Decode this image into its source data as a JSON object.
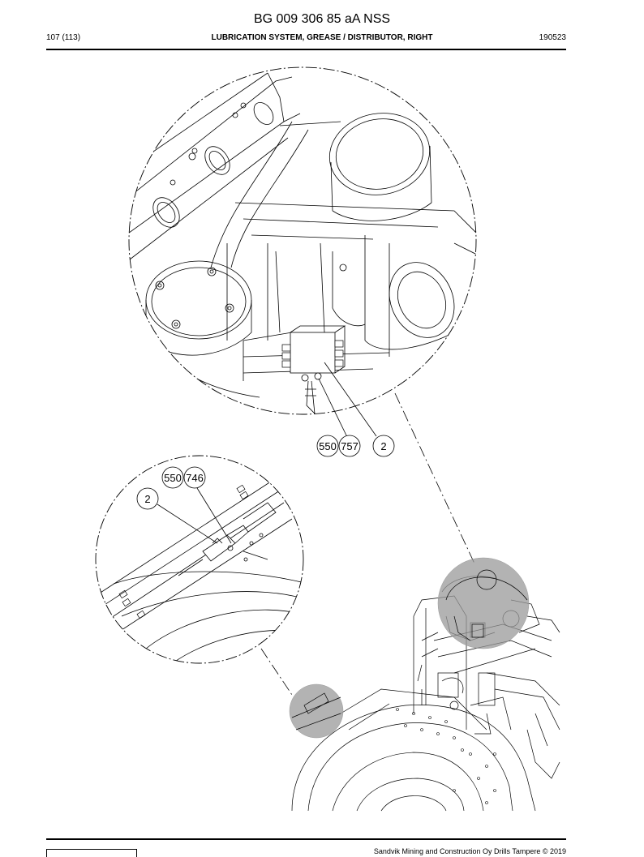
{
  "header": {
    "doc_title": "BG 009 306 85 aA NSS",
    "page": "107 (113)",
    "section": "LUBRICATION SYSTEM, GREASE / DISTRIBUTOR, RIGHT",
    "date": "190523"
  },
  "callouts": {
    "top": [
      "550",
      "757",
      "2"
    ],
    "mid": [
      "550",
      "746",
      "2"
    ]
  },
  "footer": {
    "copyright": "Sandvik Mining and Construction Oy Drills Tampere © 2019"
  }
}
